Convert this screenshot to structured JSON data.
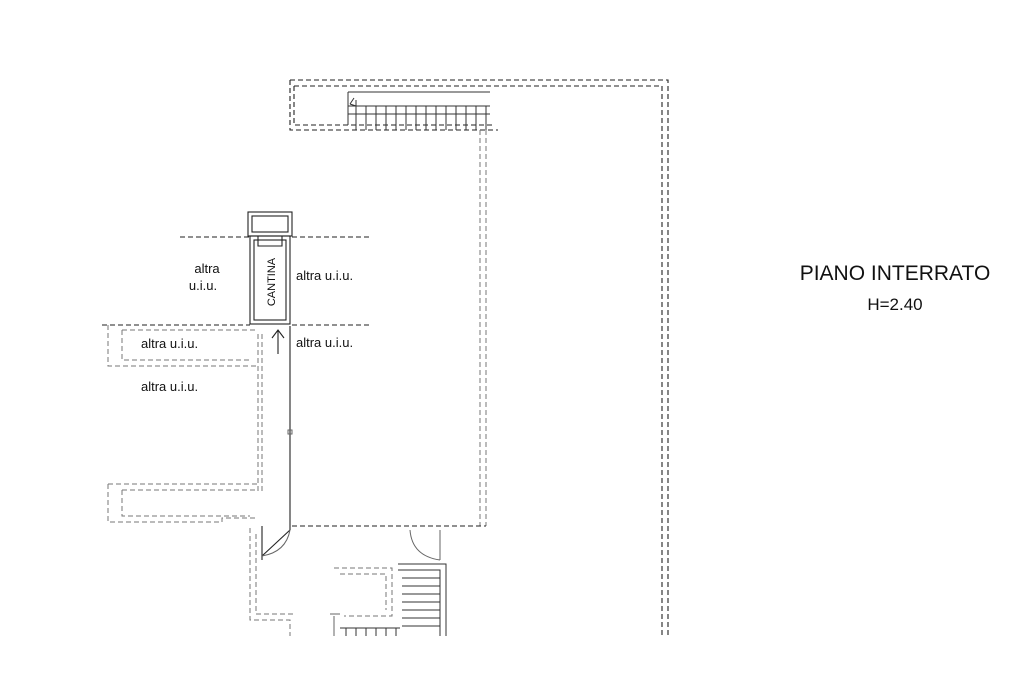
{
  "plan": {
    "title": "PIANO INTERRATO",
    "height_note": "H=2.40"
  },
  "rooms": {
    "cantina": "CANTINA",
    "altra_top_left_line1": "altra",
    "altra_top_left_line2": "u.i.u.",
    "altra_right_upper": "altra u.i.u.",
    "altra_left_mid": "altra u.i.u.",
    "altra_right_mid": "altra u.i.u.",
    "altra_left_lower": "altra u.i.u."
  }
}
